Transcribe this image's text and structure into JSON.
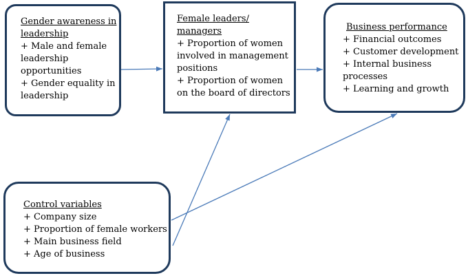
{
  "nodes": {
    "gender": {
      "title": "Gender awareness in leadership",
      "items": [
        "+ Male and female leadership opportunities",
        "+ Gender equality in leadership"
      ]
    },
    "female": {
      "title": "Female leaders/ managers",
      "items": [
        "+ Proportion of women involved in management positions",
        "+ Proportion of women on the board of directors"
      ]
    },
    "business": {
      "title": "Business performance",
      "items": [
        "+ Financial outcomes",
        "+ Customer development",
        "+ Internal business processes",
        "+ Learning and growth"
      ]
    },
    "control": {
      "title": "Control variables",
      "items": [
        "+ Company size",
        "+ Proportion of female workers",
        "+ Main business field",
        "+ Age of business"
      ]
    }
  },
  "edges": [
    {
      "from": "gender",
      "to": "female"
    },
    {
      "from": "female",
      "to": "business"
    },
    {
      "from": "control",
      "to": "female"
    },
    {
      "from": "control",
      "to": "business"
    }
  ],
  "colors": {
    "box_border": "#1f3a5c",
    "arrow": "#4a7ab8",
    "text": "#000000"
  }
}
